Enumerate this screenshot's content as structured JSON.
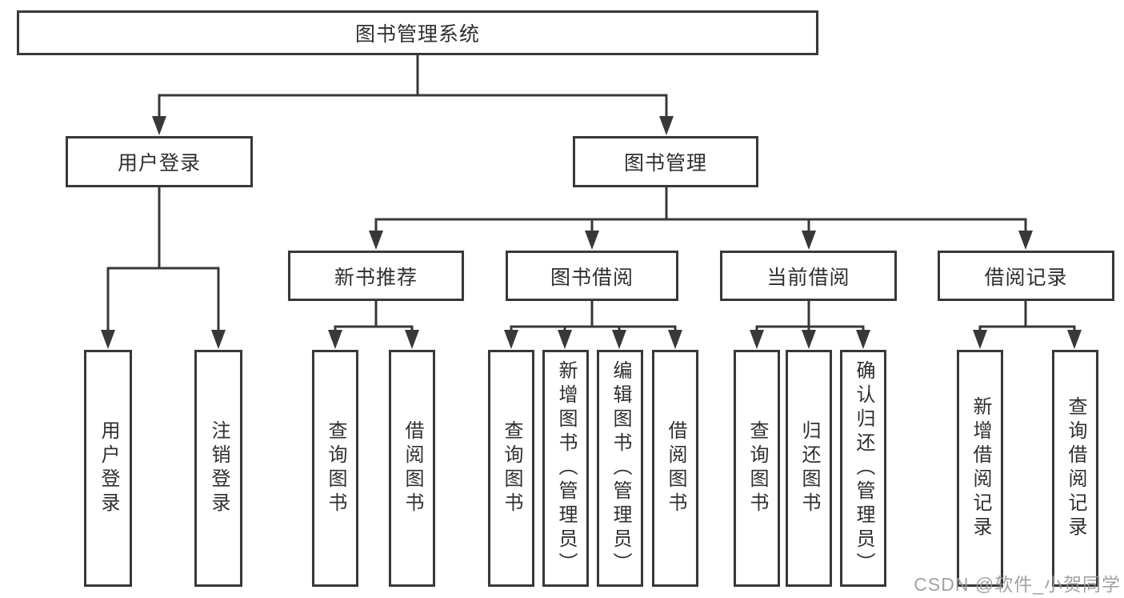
{
  "watermark": "CSDN @软件_小贺同学",
  "colors": {
    "line": "#383838",
    "text": "#2f2f2f",
    "box_background": "#ffffff",
    "watermark": "#989898",
    "background": "#ffffff"
  },
  "tree": {
    "root": {
      "label": "图书管理系统"
    },
    "branches": [
      {
        "label": "用户登录",
        "children": [
          {
            "label": "用户登录"
          },
          {
            "label": "注销登录"
          }
        ]
      },
      {
        "label": "图书管理",
        "groups": [
          {
            "label": "新书推荐",
            "children": [
              {
                "label": "查询图书"
              },
              {
                "label": "借阅图书"
              }
            ]
          },
          {
            "label": "图书借阅",
            "children": [
              {
                "label": "查询图书"
              },
              {
                "label": "新增图书（管理员）"
              },
              {
                "label": "编辑图书（管理员）"
              },
              {
                "label": "借阅图书"
              }
            ]
          },
          {
            "label": "当前借阅",
            "children": [
              {
                "label": "查询图书"
              },
              {
                "label": "归还图书"
              },
              {
                "label": "确认归还（管理员）"
              }
            ]
          },
          {
            "label": "借阅记录",
            "children": [
              {
                "label": "新增借阅记录"
              },
              {
                "label": "查询借阅记录"
              }
            ]
          }
        ]
      }
    ]
  }
}
